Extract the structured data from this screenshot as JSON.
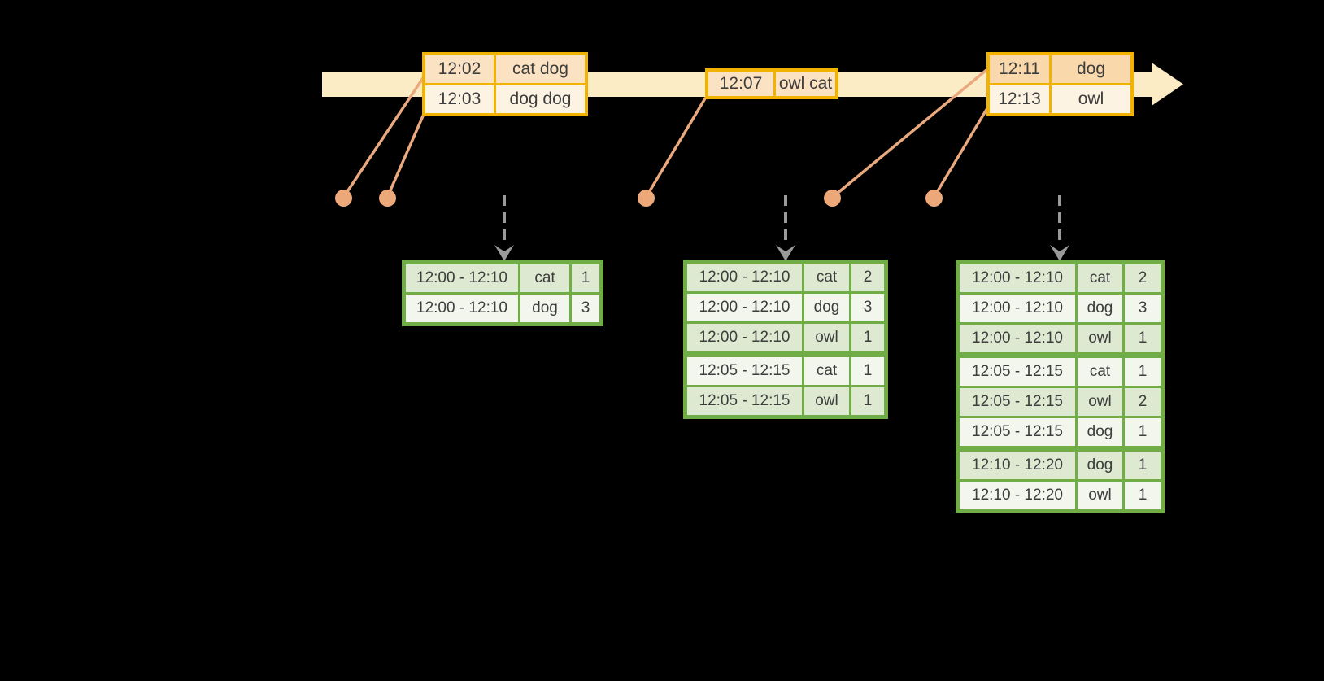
{
  "colors": {
    "background": "#000000",
    "timeline_fill": "#fcecc5",
    "event_table_border": "#f1b300",
    "event_row_peach": "#fbe2c2",
    "event_row_cream": "#fdf3e3",
    "event_row_dark_peach": "#f9d9ac",
    "event_dot": "#eda87a",
    "connector_line": "#e9a87d",
    "trigger_arrow_gray": "#9a9a9a",
    "result_table_border": "#70ad47",
    "result_row_green": "#dde9d1",
    "result_row_white": "#f2f6ed",
    "text": "#3d3d3d"
  },
  "event_tables": [
    {
      "rows": [
        {
          "time": "12:02",
          "words": "cat dog"
        },
        {
          "time": "12:03",
          "words": "dog dog"
        }
      ]
    },
    {
      "rows": [
        {
          "time": "12:07",
          "words": "owl cat"
        }
      ]
    },
    {
      "rows": [
        {
          "time": "12:11",
          "words": "dog"
        },
        {
          "time": "12:13",
          "words": "owl"
        }
      ]
    }
  ],
  "result_tables": [
    {
      "rows": [
        {
          "window": "12:00 - 12:10",
          "word": "cat",
          "count": "1"
        },
        {
          "window": "12:00 - 12:10",
          "word": "dog",
          "count": "3"
        }
      ]
    },
    {
      "rows": [
        {
          "window": "12:00 - 12:10",
          "word": "cat",
          "count": "2"
        },
        {
          "window": "12:00 - 12:10",
          "word": "dog",
          "count": "3"
        },
        {
          "window": "12:00 - 12:10",
          "word": "owl",
          "count": "1"
        },
        {
          "window": "12:05 - 12:15",
          "word": "cat",
          "count": "1"
        },
        {
          "window": "12:05 - 12:15",
          "word": "owl",
          "count": "1"
        }
      ]
    },
    {
      "rows": [
        {
          "window": "12:00 - 12:10",
          "word": "cat",
          "count": "2"
        },
        {
          "window": "12:00 - 12:10",
          "word": "dog",
          "count": "3"
        },
        {
          "window": "12:00 - 12:10",
          "word": "owl",
          "count": "1"
        },
        {
          "window": "12:05 - 12:15",
          "word": "cat",
          "count": "1"
        },
        {
          "window": "12:05 - 12:15",
          "word": "owl",
          "count": "2"
        },
        {
          "window": "12:05 - 12:15",
          "word": "dog",
          "count": "1"
        },
        {
          "window": "12:10 - 12:20",
          "word": "dog",
          "count": "1"
        },
        {
          "window": "12:10 - 12:20",
          "word": "owl",
          "count": "1"
        }
      ]
    }
  ]
}
